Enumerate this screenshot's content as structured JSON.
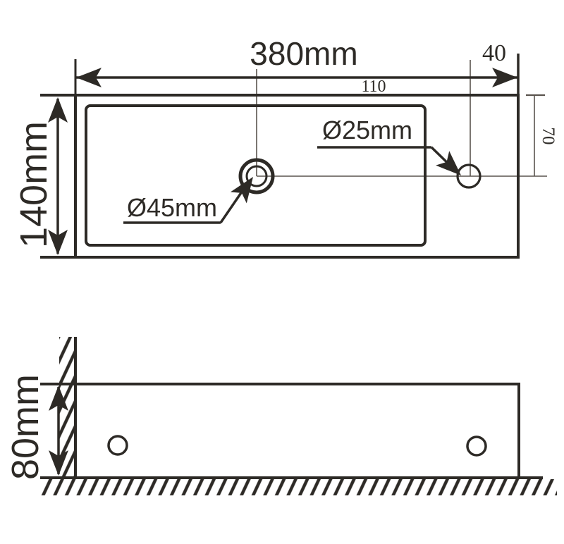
{
  "drawing": {
    "background": "#ffffff",
    "ink": "#2d2a26",
    "thin_ink": "#5a544e",
    "top_view": {
      "overall_width_label": "380mm",
      "overall_depth_label": "140mm",
      "corner_offset_label": "40",
      "hole_spacing_label": "110",
      "faucet_centerline_label": "70",
      "drain_diameter_label": "Ø45mm",
      "faucet_hole_diameter_label": "Ø25mm"
    },
    "front_view": {
      "height_label": "80mm"
    }
  }
}
